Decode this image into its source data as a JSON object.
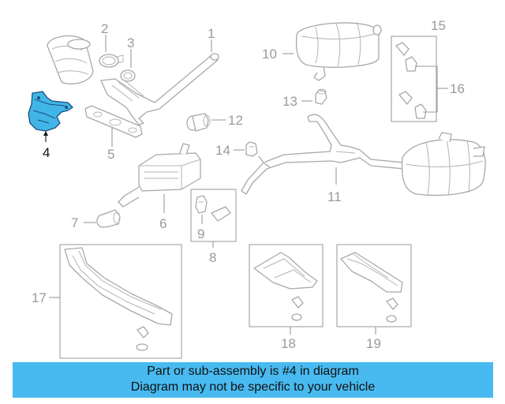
{
  "callouts": {
    "c1": "1",
    "c2": "2",
    "c3": "3",
    "c4": "4",
    "c5": "5",
    "c6": "6",
    "c7": "7",
    "c8": "8",
    "c9": "9",
    "c10": "10",
    "c11": "11",
    "c12": "12",
    "c13": "13",
    "c14": "14",
    "c15": "15",
    "c16": "16",
    "c17": "17",
    "c18": "18",
    "c19": "19"
  },
  "highlighted_part": "4",
  "colors": {
    "highlight_fill": "#41b6e6",
    "highlight_stroke": "#1b4d80",
    "banner_background": "#48baf0",
    "line_art": "#a8a8a8"
  },
  "banner": {
    "line1": "Part or sub-assembly is #4 in diagram",
    "line2": "Diagram may not be specific to your vehicle"
  }
}
